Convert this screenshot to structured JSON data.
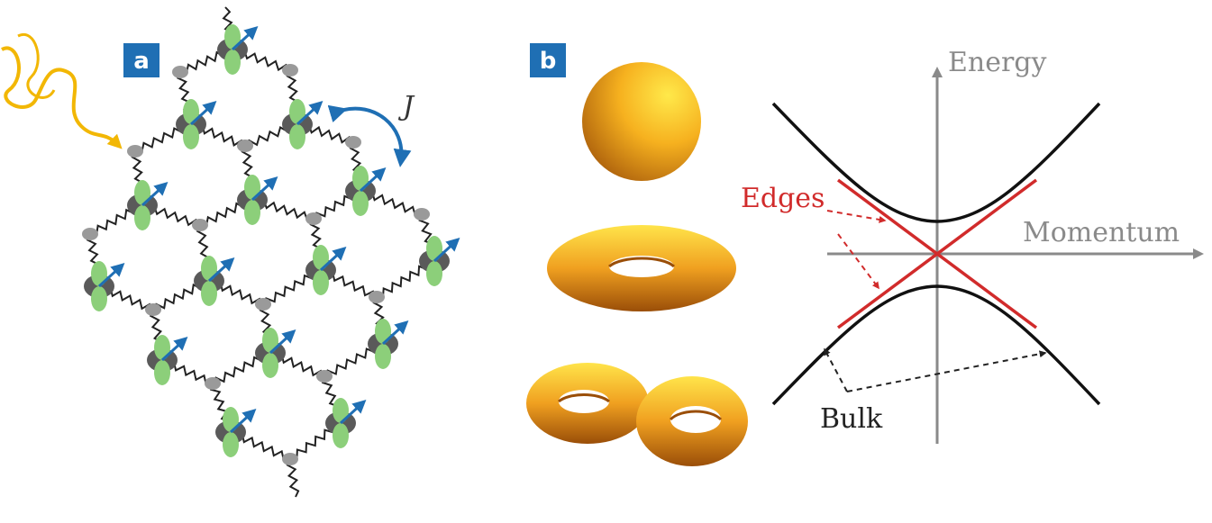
{
  "panels": {
    "a": {
      "label": "a",
      "coupling_label": "J"
    },
    "b": {
      "label": "b"
    }
  },
  "band_plot": {
    "x_axis_label": "Momentum",
    "y_axis_label": "Energy",
    "edges_label": "Edges",
    "bulk_label": "Bulk"
  },
  "colors": {
    "label_box": "#1f6fb4",
    "spin_arrow": "#1f6fb4",
    "orbital": "#8ccf7a",
    "atom_core": "#5a5a5a",
    "link_node": "#9a9a9a",
    "light_wave": "#f2b705",
    "torus": "#f0a020",
    "edge_state": "#d12b2b",
    "bulk_band": "#111111",
    "axis": "#8a8a8a"
  },
  "icons": {
    "light": "wavy-light-icon",
    "spin": "spin-arrow-icon",
    "coupling": "curved-double-arrow-icon"
  }
}
